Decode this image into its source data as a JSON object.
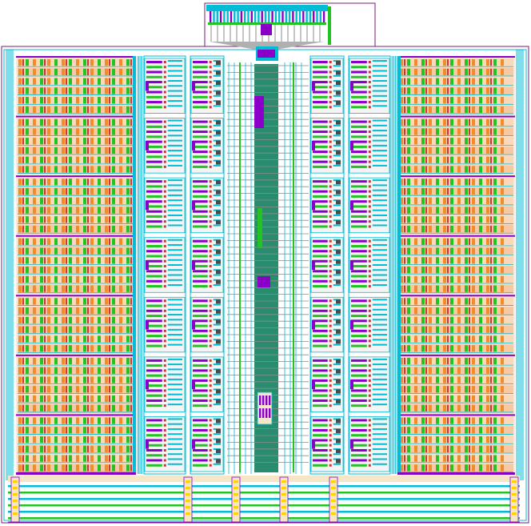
{
  "view": {
    "background": "#ffffff"
  },
  "palette": {
    "metal1": "#00bcd4",
    "metal2": "#8a00c8",
    "diffusion": "#22c322",
    "poly": "#d83232",
    "implant": "#f28c28",
    "via": "#ffd400",
    "well": "#f5e6c8",
    "routing_gray": "#8c8c8c",
    "core_fill": "#2a8c6e",
    "outline": "#7a1a7a"
  },
  "layout": {
    "memory_array_rows": 7,
    "bitcell_subrows_per_block": 6,
    "array_banks": [
      "left-array",
      "right-array"
    ],
    "decoder_columns": [
      "left-inner-decoder",
      "left-outer-decoder",
      "right-inner-decoder",
      "right-outer-decoder"
    ],
    "control_strip": "center-control",
    "top_block": "top-pad-block",
    "bottom_rails": "bottom-power-rails"
  }
}
